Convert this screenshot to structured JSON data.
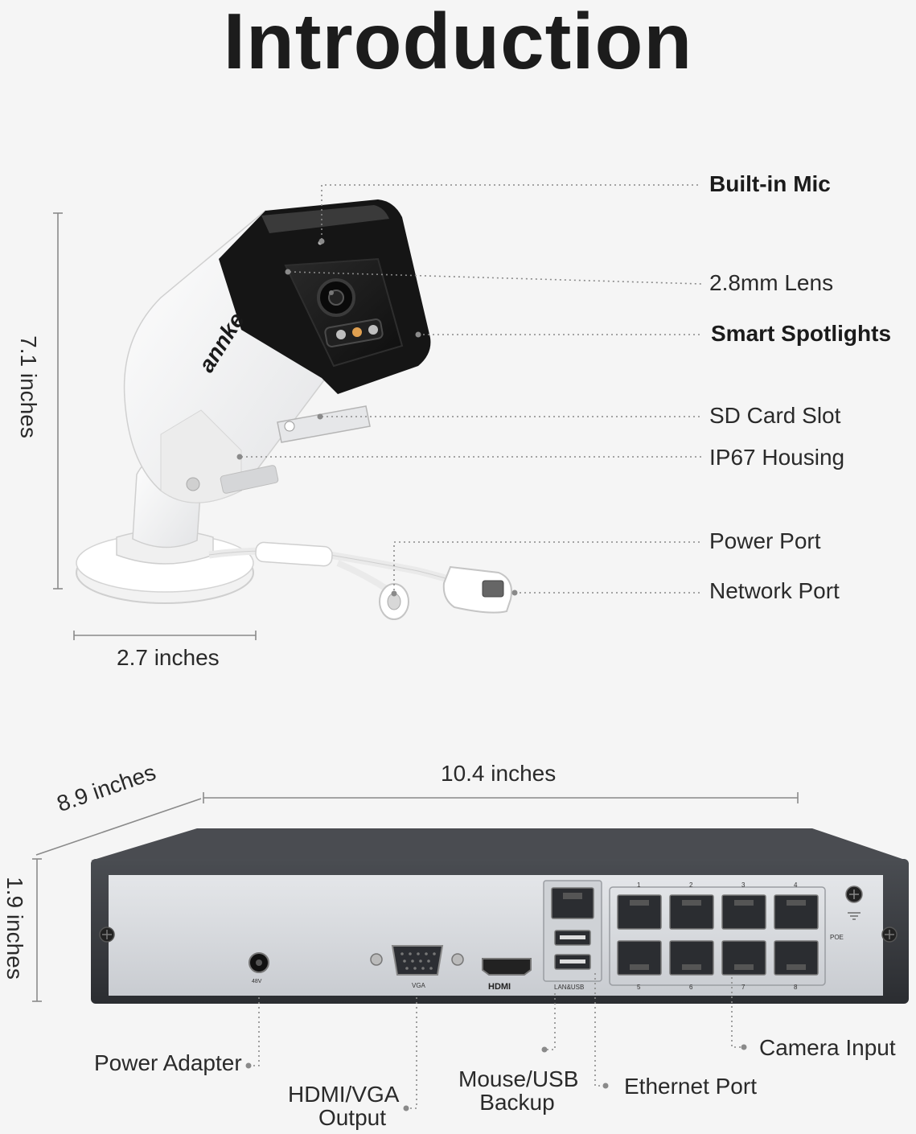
{
  "title": "Introduction",
  "camera": {
    "brand": "annke",
    "labels": {
      "built_in_mic": "Built-in Mic",
      "lens": "2.8mm Lens",
      "spotlights": "Smart Spotlights",
      "sd_card_slot": "SD Card Slot",
      "housing": "IP67 Housing",
      "power_port": "Power Port",
      "network_port": "Network Port"
    },
    "dimensions": {
      "height": "7.1 inches",
      "width": "2.7 inches"
    }
  },
  "nvr": {
    "dimensions": {
      "depth": "8.9 inches",
      "width": "10.4 inches",
      "height": "1.9 inches"
    },
    "panel_marks": {
      "dc": "48V",
      "vga": "VGA",
      "hdmi": "HDMI",
      "lan_usb": "LAN&USB",
      "poe": "POE",
      "ports": [
        "1",
        "2",
        "3",
        "4",
        "5",
        "6",
        "7",
        "8"
      ]
    },
    "labels": {
      "power_adapter": "Power Adapter",
      "hdmi_vga_1": "HDMI/VGA",
      "hdmi_vga_2": "Output",
      "mouse_usb_1": "Mouse/USB",
      "mouse_usb_2": "Backup",
      "ethernet_port": "Ethernet Port",
      "camera_input": "Camera Input"
    }
  },
  "colors": {
    "background": "#f5f5f5",
    "text": "#2a2a2a",
    "camera_body": "#ffffff",
    "camera_face": "#1a1a1a",
    "nvr_shell": "#3a3d42",
    "nvr_panel": "#d9dbdf",
    "leader": "#8a8a8a"
  }
}
